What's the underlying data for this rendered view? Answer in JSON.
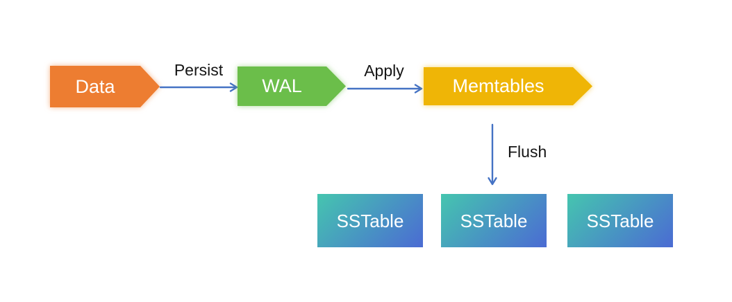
{
  "colors": {
    "node-data": "#ED7D31",
    "node-wal": "#6BBE4A",
    "node-memtables": "#EFB506",
    "arrow": "#4472C4",
    "sstable-start": "#45C5AF",
    "sstable-end": "#4B6BD3",
    "node-text": "#FFFFFF",
    "label-text": "#141414"
  },
  "nodes": {
    "data": {
      "label": "Data"
    },
    "wal": {
      "label": "WAL"
    },
    "memtables": {
      "label": "Memtables"
    }
  },
  "edges": {
    "persist": {
      "label": "Persist"
    },
    "apply": {
      "label": "Apply"
    },
    "flush": {
      "label": "Flush"
    }
  },
  "sstables": [
    {
      "label": "SSTable"
    },
    {
      "label": "SSTable"
    },
    {
      "label": "SSTable"
    }
  ]
}
